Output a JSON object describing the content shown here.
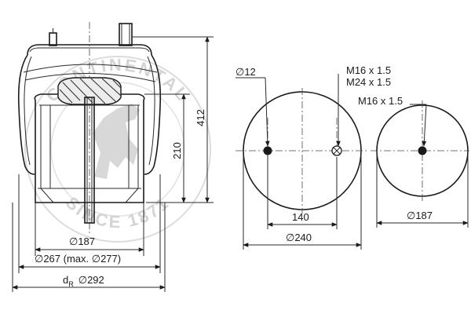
{
  "watermark": {
    "top_text": "CONTINENTAL",
    "bottom_text": "SINCE 1871",
    "emblem": "horse-emblem-icon"
  },
  "side_view": {
    "height_total": "412",
    "height_body": "210",
    "dia_inner": "187",
    "dia_outer": "267 (max. ",
    "dia_outer_max": "277",
    "dia_outer_close": ")",
    "dr_label": "d",
    "dr_sub": "R",
    "dia_dr": "292"
  },
  "top_plate_view": {
    "hole_dia": "12",
    "thread_label_1": "M16 x 1.5",
    "thread_label_2": "M24 x 1.5",
    "bolt_spacing": "140",
    "plate_dia": "240"
  },
  "bottom_plate_view": {
    "thread_label": "M16 x 1.5",
    "plate_dia": "187"
  },
  "diameter_symbol": "∅"
}
